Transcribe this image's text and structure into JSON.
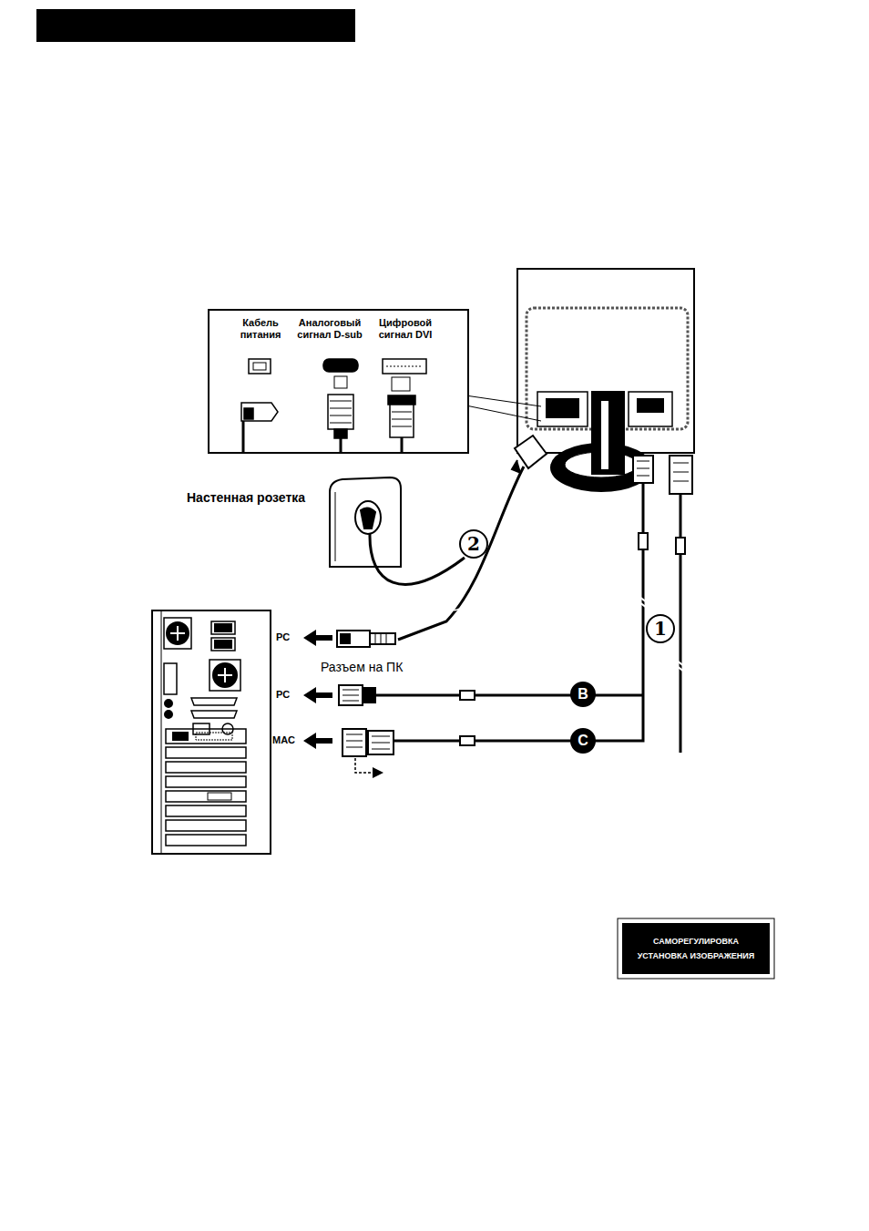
{
  "diagram": {
    "nodes": [
      {
        "text": [
          "Кабель питания",
          "Аналоговый сигнал D-sub",
          "Цифровой сигнал DVI"
        ]
      },
      {
        "text": [
          "2"
        ]
      },
      {
        "text": [
          "1"
        ]
      },
      {
        "text": [
          "B"
        ]
      },
      {
        "text": [
          "C"
        ]
      },
      {
        "text": [
          "САМОРЕГУЛИРОВКА",
          "УСТАНОВКА ИЗОБРАЖЕНИЯ"
        ]
      }
    ],
    "labels": [
      "Настенная розетка",
      "PC",
      "Разъем на ПК",
      "PC",
      "MAC"
    ]
  }
}
